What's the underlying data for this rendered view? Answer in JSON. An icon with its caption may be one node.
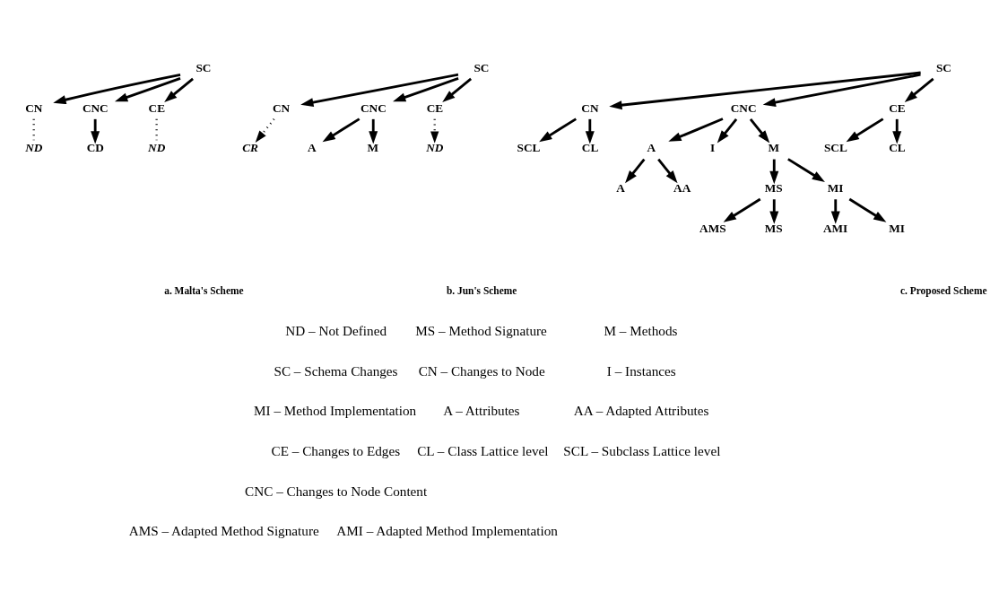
{
  "diagram": {
    "nodes": [
      {
        "text": [
          "SC"
        ]
      },
      {
        "text": [
          "CN"
        ]
      },
      {
        "text": [
          "CNC"
        ]
      },
      {
        "text": [
          "CE"
        ]
      },
      {
        "text": [
          "ND"
        ]
      },
      {
        "text": [
          "ND"
        ]
      },
      {
        "text": [
          "CD"
        ]
      },
      {
        "text": [
          "SC"
        ]
      },
      {
        "text": [
          "CN"
        ]
      },
      {
        "text": [
          "CNC"
        ]
      },
      {
        "text": [
          "CE"
        ]
      },
      {
        "text": [
          "CR"
        ]
      },
      {
        "text": [
          "ND"
        ]
      },
      {
        "text": [
          "A"
        ]
      },
      {
        "text": [
          "M"
        ]
      },
      {
        "text": [
          "SC"
        ]
      },
      {
        "text": [
          "CN"
        ]
      },
      {
        "text": [
          "CNC"
        ]
      },
      {
        "text": [
          "CE"
        ]
      },
      {
        "text": [
          "SCL"
        ]
      },
      {
        "text": [
          "CL"
        ]
      },
      {
        "text": [
          "SCL"
        ]
      },
      {
        "text": [
          "CL"
        ]
      },
      {
        "text": [
          "A"
        ]
      },
      {
        "text": [
          "I"
        ]
      },
      {
        "text": [
          "M"
        ]
      },
      {
        "text": [
          "A"
        ]
      },
      {
        "text": [
          "AA"
        ]
      },
      {
        "text": [
          "MS"
        ]
      },
      {
        "text": [
          "MI"
        ]
      },
      {
        "text": [
          "AMS"
        ]
      },
      {
        "text": [
          "MS"
        ]
      },
      {
        "text": [
          "AMI"
        ]
      },
      {
        "text": [
          "MI"
        ]
      }
    ],
    "edges": [
      {
        "from": 0,
        "to": 1,
        "arrow": "to"
      },
      {
        "from": 0,
        "to": 2,
        "arrow": "to"
      },
      {
        "from": 0,
        "to": 3,
        "arrow": "to"
      },
      {
        "from": 1,
        "to": 4,
        "arrow": "none",
        "style": "dashed"
      },
      {
        "from": 3,
        "to": 5,
        "arrow": "none",
        "style": "dashed"
      },
      {
        "from": 2,
        "to": 6,
        "arrow": "to"
      },
      {
        "from": 7,
        "to": 8,
        "arrow": "to"
      },
      {
        "from": 7,
        "to": 9,
        "arrow": "to"
      },
      {
        "from": 7,
        "to": 10,
        "arrow": "to"
      },
      {
        "from": 8,
        "to": 11,
        "arrow": "to",
        "style": "dashed"
      },
      {
        "from": 10,
        "to": 12,
        "arrow": "to",
        "style": "dashed"
      },
      {
        "from": 9,
        "to": 13,
        "arrow": "to"
      },
      {
        "from": 9,
        "to": 14,
        "arrow": "to"
      },
      {
        "from": 15,
        "to": 16,
        "arrow": "to"
      },
      {
        "from": 15,
        "to": 17,
        "arrow": "to"
      },
      {
        "from": 15,
        "to": 18,
        "arrow": "to"
      },
      {
        "from": 16,
        "to": 19,
        "arrow": "to"
      },
      {
        "from": 16,
        "to": 20,
        "arrow": "to"
      },
      {
        "from": 18,
        "to": 21,
        "arrow": "to"
      },
      {
        "from": 18,
        "to": 22,
        "arrow": "to"
      },
      {
        "from": 17,
        "to": 23,
        "arrow": "to"
      },
      {
        "from": 17,
        "to": 24,
        "arrow": "to"
      },
      {
        "from": 17,
        "to": 25,
        "arrow": "to"
      },
      {
        "from": 23,
        "to": 26,
        "arrow": "to"
      },
      {
        "from": 23,
        "to": 27,
        "arrow": "to"
      },
      {
        "from": 25,
        "to": 28,
        "arrow": "to"
      },
      {
        "from": 25,
        "to": 29,
        "arrow": "to"
      },
      {
        "from": 28,
        "to": 30,
        "arrow": "to"
      },
      {
        "from": 28,
        "to": 31,
        "arrow": "to"
      },
      {
        "from": 29,
        "to": 32,
        "arrow": "to"
      },
      {
        "from": 29,
        "to": 33,
        "arrow": "to"
      }
    ],
    "labels": [
      "a. Malta's Scheme",
      "b. Jun's Scheme",
      "c. Proposed Scheme",
      "ND – Not Defined",
      "MS – Method Signature",
      "M – Methods",
      "SC – Schema Changes",
      "CN – Changes to Node",
      "I – Instances",
      "MI – Method Implementation",
      "A – Attributes",
      "AA – Adapted Attributes",
      "CE – Changes to Edges",
      "CL – Class Lattice level",
      "SCL – Subclass Lattice level",
      "CNC – Changes to Node Content",
      "AMS – Adapted Method Signature",
      "AMI – Adapted Method Implementation"
    ]
  }
}
